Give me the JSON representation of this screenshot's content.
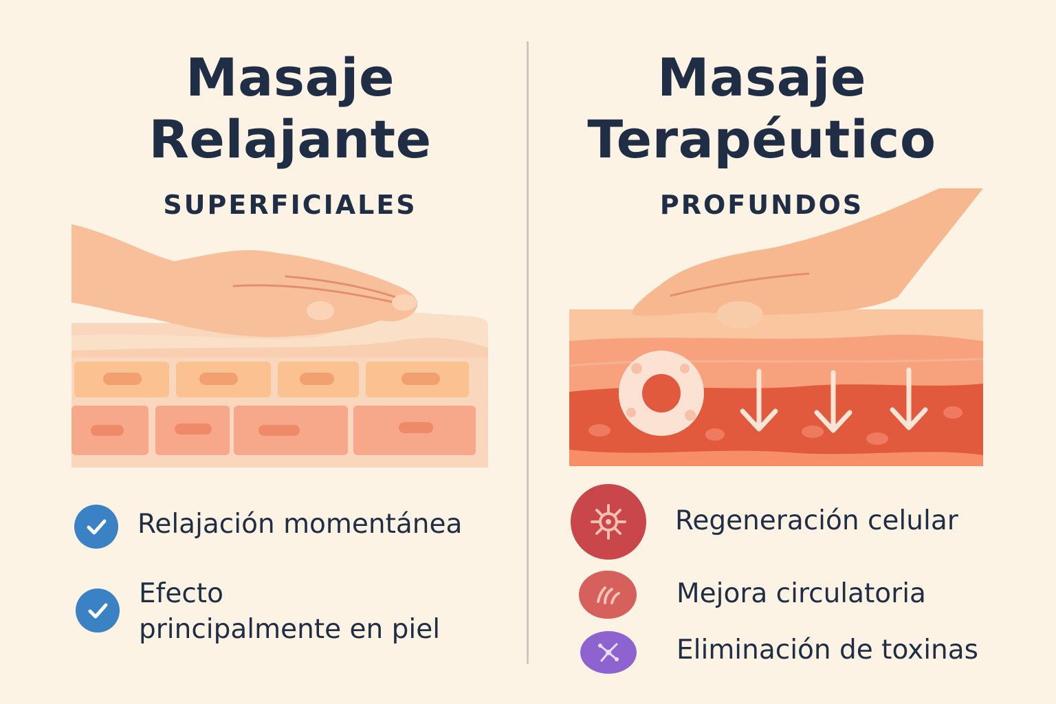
{
  "colors": {
    "background": "#fcf3e4",
    "text": "#1f2d45",
    "check": "#3b82c4",
    "badge_regeneracion": "#c9474a",
    "badge_circulatoria": "#d6605c",
    "badge_toxinas": "#8e62cf"
  },
  "left": {
    "title_line1": "Masaje",
    "title_line2": "Relajante",
    "subtitle": "SUPERFICIALES",
    "benefits": [
      {
        "text": "Relajación momentánea",
        "icon": "check-icon"
      },
      {
        "text_line1": "Efecto",
        "text_line2": "principalmente en piel",
        "icon": "check-icon"
      }
    ]
  },
  "right": {
    "title_line1": "Masaje",
    "title_line2": "Terapéutico",
    "subtitle": "PROFUNDOS",
    "benefits": [
      {
        "text": "Regeneración celular",
        "icon": "cell-icon"
      },
      {
        "text": "Mejora circulatoria",
        "icon": "circulation-icon"
      },
      {
        "text": "Eliminación de toxinas",
        "icon": "toxin-icon"
      }
    ]
  }
}
